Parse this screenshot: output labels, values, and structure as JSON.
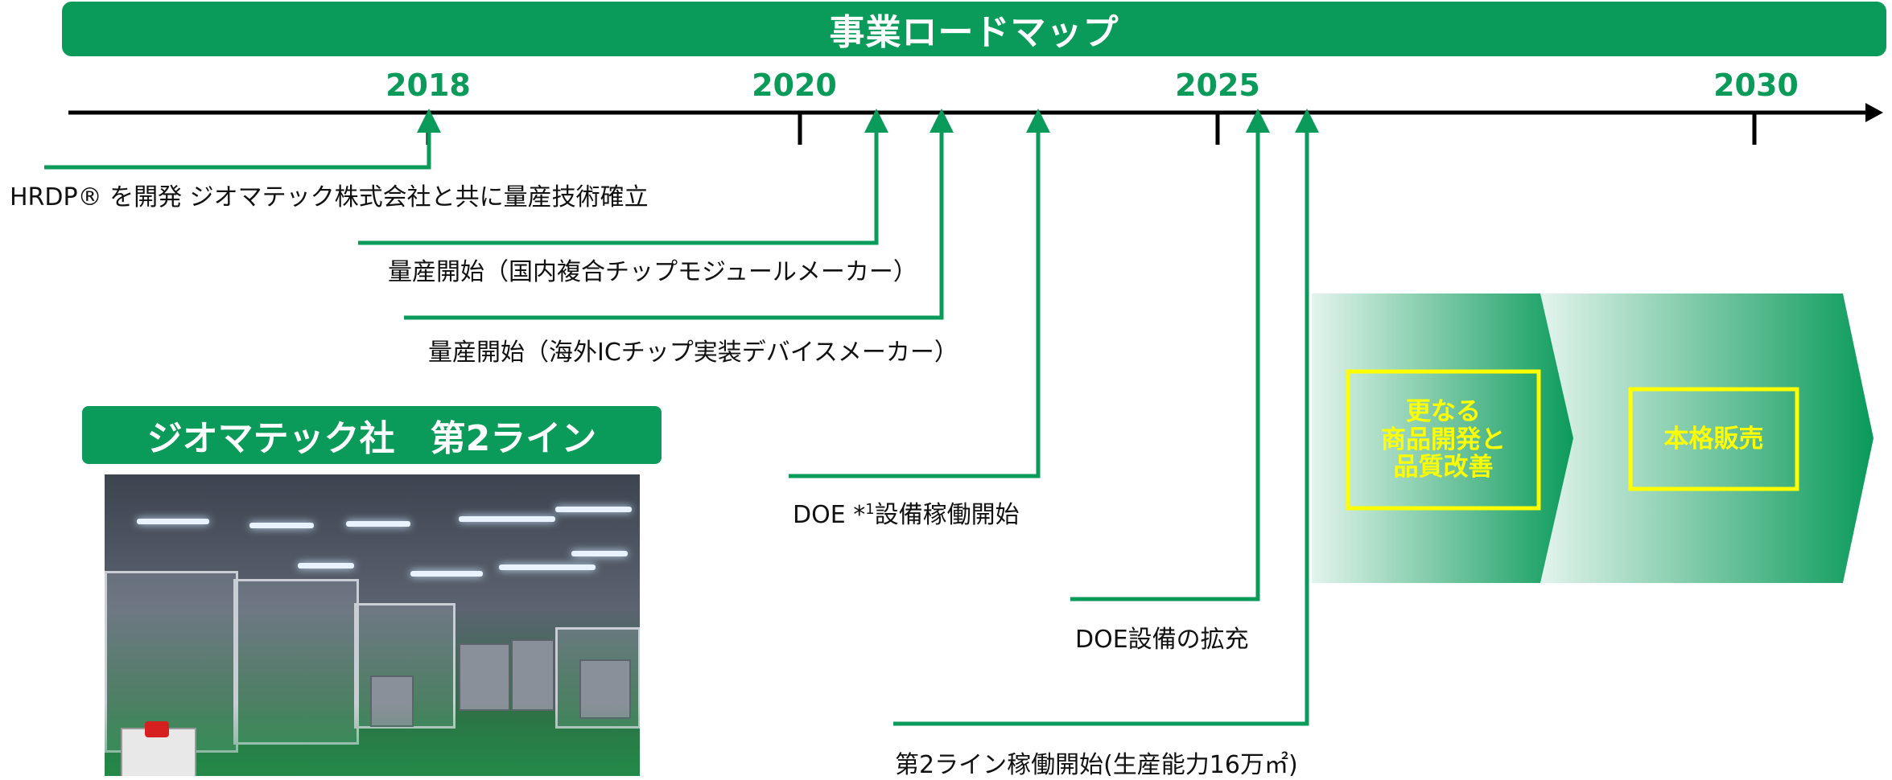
{
  "title": "事業ロードマップ",
  "years": [
    {
      "label": "2018"
    },
    {
      "label": "2020"
    },
    {
      "label": "2025"
    },
    {
      "label": "2030"
    }
  ],
  "events": {
    "hrdp": "HRDP® を開発 ジオマテック株式会社と共に量産技術確立",
    "mass_production_domestic": "量産開始（国内複合チップモジュールメーカー）",
    "mass_production_overseas": "量産開始（海外ICチップ実装デバイスメーカー）",
    "doe_start_prefix": "DOE *",
    "doe_start_sup": "1",
    "doe_start_suffix": "設備稼働開始",
    "doe_expansion": "DOE設備の拡充",
    "second_line_start": "第2ライン稼働開始(生産能力16万㎡)"
  },
  "section": {
    "title": "ジオマテック社　第2ライン"
  },
  "future_phases": [
    {
      "text": "更なる\n商品開発と\n品質改善"
    },
    {
      "text": "本格販売"
    }
  ],
  "colors": {
    "brand_green": "#0a9a5a",
    "highlight_yellow": "#ffff00",
    "timeline_black": "#000000"
  }
}
